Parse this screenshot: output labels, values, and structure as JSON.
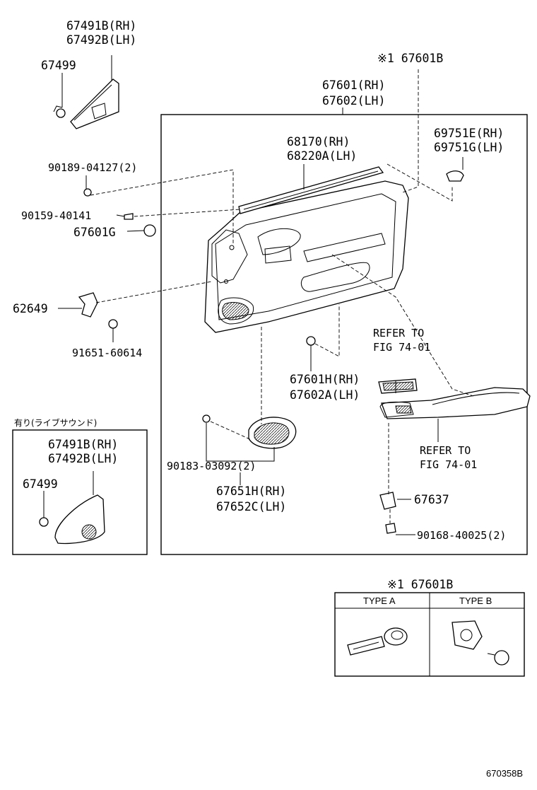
{
  "diagram": {
    "top_trim": {
      "rh": "67491B(RH)",
      "lh": "67492B(LH)",
      "clip": "67499"
    },
    "marked_clip_label": "※1 67601B",
    "door_panel": {
      "rh": "67601(RH)",
      "lh": "67602(LH)"
    },
    "weatherstrip": {
      "rh": "68170(RH)",
      "lh": "68220A(LH)"
    },
    "cover": {
      "rh": "69751E(RH)",
      "lh": "69751G(LH)"
    },
    "screw_1": "90189-04127(2)",
    "screw_2": "90159-40141",
    "plug": "67601G",
    "bracket": "62649",
    "bolt": "91651-60614",
    "refer_1": {
      "line1": "REFER TO",
      "line2": "FIG 74-01"
    },
    "clip_h": {
      "rh": "67601H(RH)",
      "lh": "67602A(LH)"
    },
    "refer_2": {
      "line1": "REFER TO",
      "line2": "FIG 74-01"
    },
    "speaker_screw": "90183-03092(2)",
    "speaker_grille": {
      "rh": "67651H(RH)",
      "lh": "67652C(LH)"
    },
    "bracket_2": "67637",
    "screw_3": "90168-40025(2)",
    "option_box": {
      "caption": "有り(ライブサウンド)",
      "rh": "67491B(RH)",
      "lh": "67492B(LH)",
      "clip": "67499"
    },
    "clip_types": {
      "title": "※1 67601B",
      "type_a": "TYPE A",
      "type_b": "TYPE B"
    },
    "figure_id": "670358B"
  }
}
